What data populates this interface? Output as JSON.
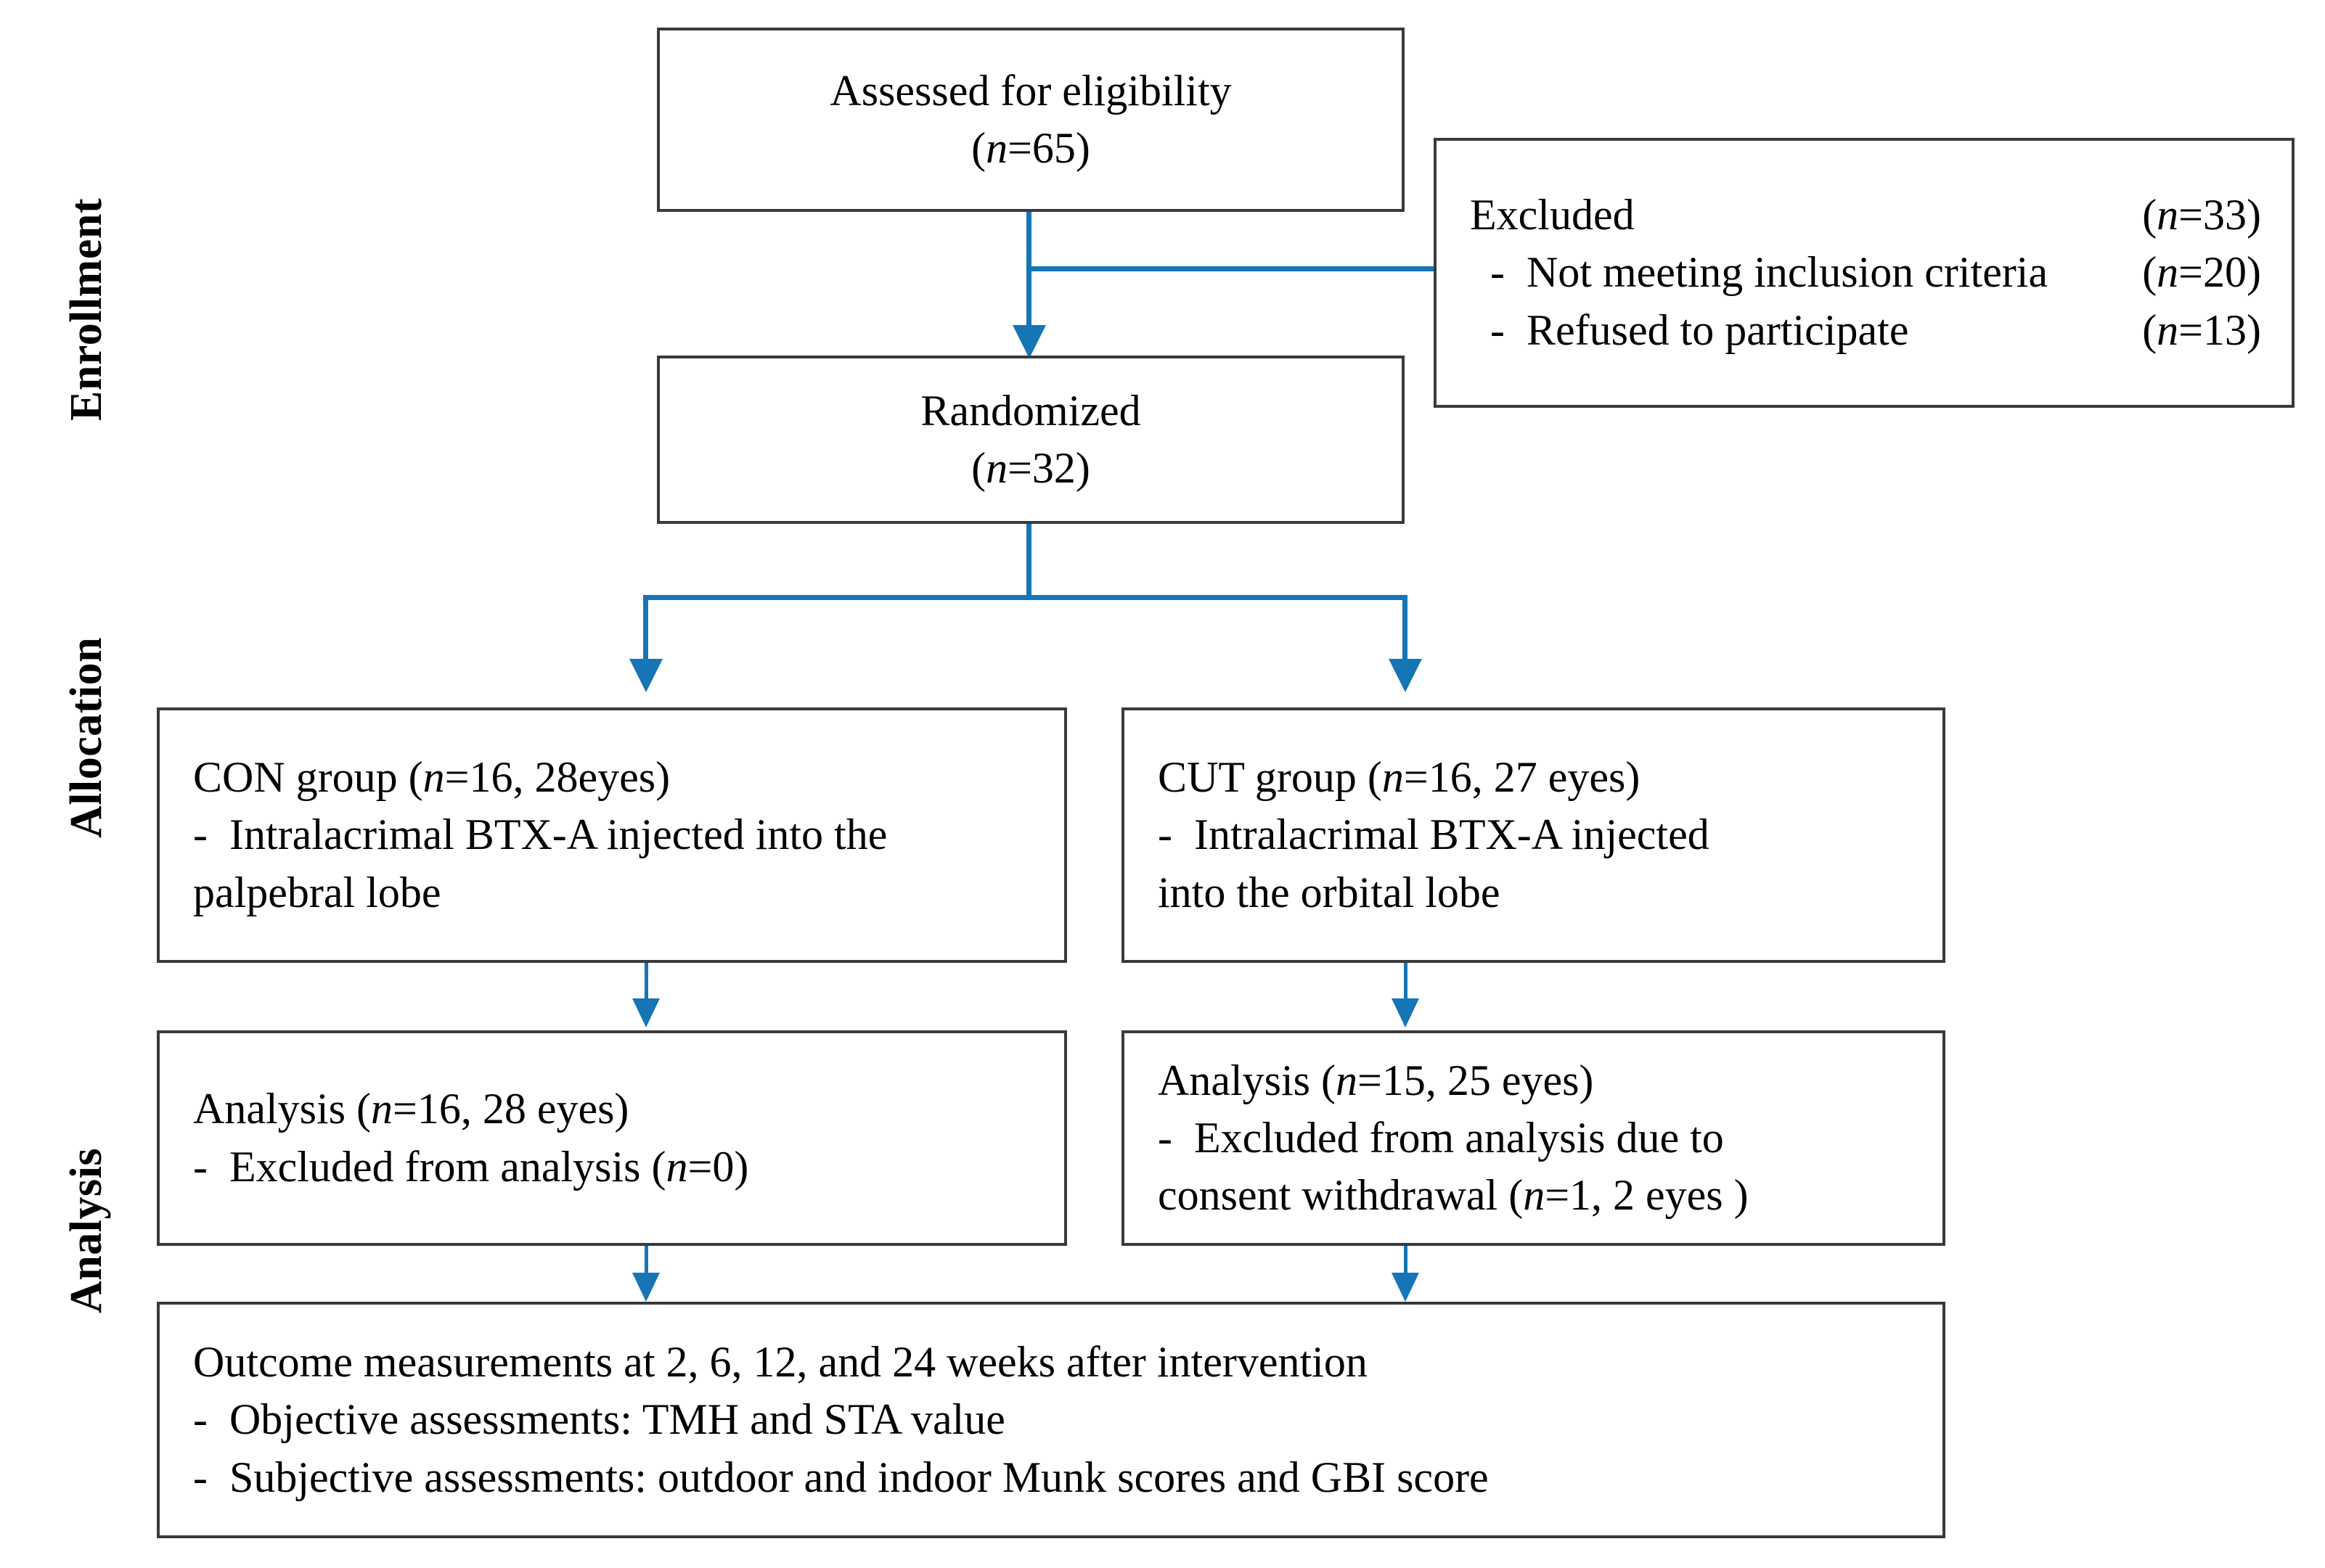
{
  "figure": {
    "type": "consort-flow-diagram",
    "accent_color": "#1575b5",
    "box_border_color": "#3a3a3a",
    "background": "#ffffff"
  },
  "phases": [
    {
      "id": "enrollment",
      "label": "Enrollment"
    },
    {
      "id": "allocation",
      "label": "Allocation"
    },
    {
      "id": "analysis",
      "label": "Analysis"
    }
  ],
  "nodes": {
    "assessed": {
      "name": "Assessed for eligibility",
      "line1": "Assessed for eligibility",
      "line2_open": "(",
      "line2_n": "n",
      "line2_rest": "=65)"
    },
    "excluded": {
      "title": "Excluded",
      "title_count_open": "(",
      "title_count_n": "n",
      "title_count_rest": "=33)",
      "items": [
        {
          "label": "-  Not meeting inclusion criteria",
          "count_open": "(",
          "count_n": "n",
          "count_rest": "=20)"
        },
        {
          "label": "-  Refused to participate",
          "count_open": "(",
          "count_n": "n",
          "count_rest": "=13)"
        }
      ]
    },
    "randomized": {
      "line1": "Randomized",
      "line2_open": "(",
      "line2_n": "n",
      "line2_rest": "=32)"
    },
    "con_group": {
      "head_pre": "CON group (",
      "head_n": "n",
      "head_post": "=16, 28eyes)",
      "line2": "-  Intralacrimal BTX-A injected into the",
      "line3": "palpebral lobe"
    },
    "cut_group": {
      "head_pre": "CUT group (",
      "head_n": "n",
      "head_post": "=16, 27 eyes)",
      "line2": "-  Intralacrimal BTX-A injected",
      "line3": "into the orbital lobe"
    },
    "analysis_left": {
      "head_pre": "Analysis (",
      "head_n": "n",
      "head_post": "=16, 28 eyes)",
      "line2_pre": "-  Excluded from analysis (",
      "line2_n": "n",
      "line2_post": "=0)"
    },
    "analysis_right": {
      "head_pre": "Analysis (",
      "head_n": "n",
      "head_post": "=15, 25 eyes)",
      "line2": "-  Excluded from analysis due to",
      "line3_pre": "consent withdrawal (",
      "line3_n": "n",
      "line3_post": "=1, 2 eyes )"
    },
    "outcome": {
      "line1": "Outcome measurements at 2, 6, 12, and 24 weeks after intervention",
      "line2": "-  Objective assessments: TMH and STA value",
      "line3": "-  Subjective assessments: outdoor and indoor Munk scores and GBI score"
    }
  }
}
